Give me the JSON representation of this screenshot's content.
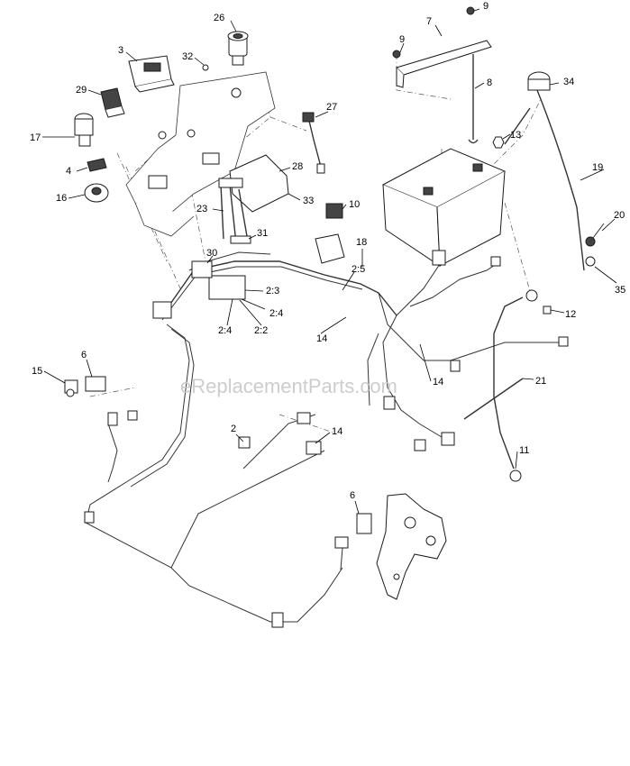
{
  "watermark": "eReplacementParts.com",
  "callouts": {
    "c26": "26",
    "c3": "3",
    "c32": "32",
    "c29": "29",
    "c17": "17",
    "c4": "4",
    "c16": "16",
    "c9a": "9",
    "c9b": "9",
    "c7": "7",
    "c8": "8",
    "c34": "34",
    "c27": "27",
    "c13": "13",
    "c19": "19",
    "c28": "28",
    "c33": "33",
    "c10": "10",
    "c23": "23",
    "c20": "20",
    "c18": "18",
    "c31": "31",
    "c30": "30",
    "c2_5": "2:5",
    "c35": "35",
    "c2_3": "2:3",
    "c2_4a": "2:4",
    "c12": "12",
    "c2_4b": "2:4",
    "c2_2": "2:2",
    "c14a": "14",
    "c6a": "6",
    "c15": "15",
    "c14b": "14",
    "c21": "21",
    "c2": "2",
    "c14c": "14",
    "c11": "11",
    "c6b": "6"
  }
}
